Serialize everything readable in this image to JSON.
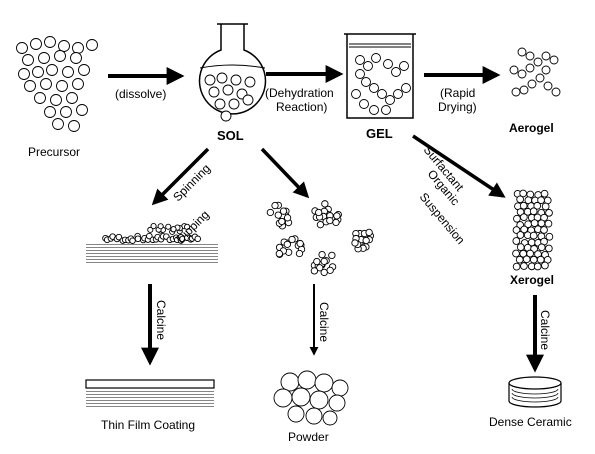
{
  "labels": {
    "precursor": "Precursor",
    "dissolve": "(dissolve)",
    "sol": "SOL",
    "dehydration_1": "(Dehydration",
    "dehydration_2": "Reaction)",
    "gel": "GEL",
    "rapid_1": "(Rapid",
    "rapid_2": "Drying)",
    "aerogel": "Aerogel",
    "spinning": "Spinning",
    "dipping": "Dipping",
    "calcine_film": "Calcine",
    "thin_film": "Thin Film Coating",
    "calcine_powder": "Calcine",
    "powder": "Powder",
    "surfactant": "Surfactant",
    "organic": "Organic",
    "suspension": "Suspension",
    "xerogel": "Xerogel",
    "calcine_ceramic": "Calcine",
    "dense_ceramic": "Dense Ceramic"
  },
  "colors": {
    "ink": "#000000",
    "paper": "#ffffff",
    "hatch": "#555555"
  }
}
